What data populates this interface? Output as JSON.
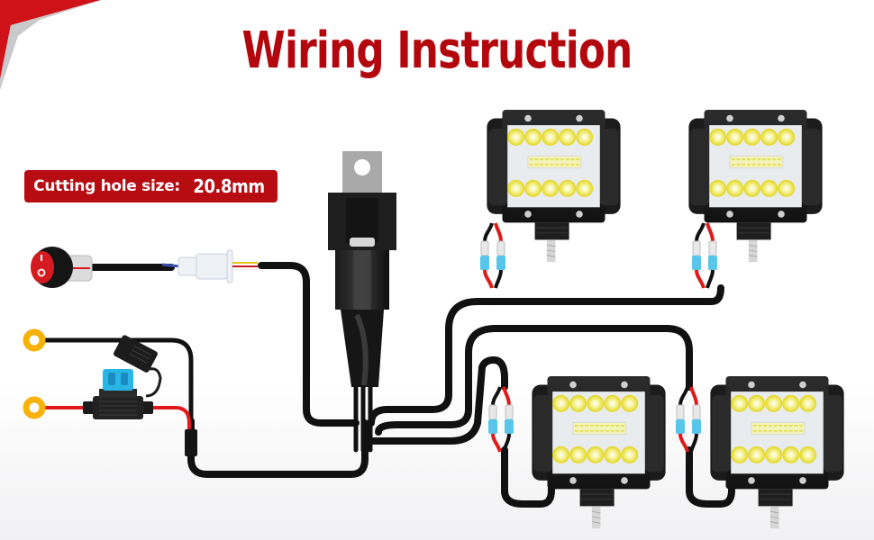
{
  "header": {
    "title": "Wiring Instruction"
  },
  "badge": {
    "label": "Cutting hole size:",
    "value": "20.8mm"
  },
  "colors": {
    "title_red": "#b3070e",
    "badge_red": "#b70c12",
    "wire_black": "#111111",
    "wire_red": "#e01a1a",
    "ring_terminal_yellow": "#f7b20a",
    "fuse_blue": "#29b6e6",
    "switch_red": "#d51b22",
    "connector_blue": "#57c6ea"
  },
  "components": {
    "switch": {
      "type": "rocker-switch",
      "symbols": [
        "I",
        "O"
      ]
    },
    "connector": {
      "type": "plug-connector"
    },
    "relay": {
      "type": "relay"
    },
    "fuse": {
      "type": "inline-fuse-holder"
    },
    "terminals": [
      {
        "type": "ring-terminal",
        "wire": "black"
      },
      {
        "type": "ring-terminal",
        "wire": "red"
      }
    ],
    "lights": [
      {
        "id": "light-top-left"
      },
      {
        "id": "light-top-right"
      },
      {
        "id": "light-bottom-left"
      },
      {
        "id": "light-bottom-right"
      }
    ]
  }
}
